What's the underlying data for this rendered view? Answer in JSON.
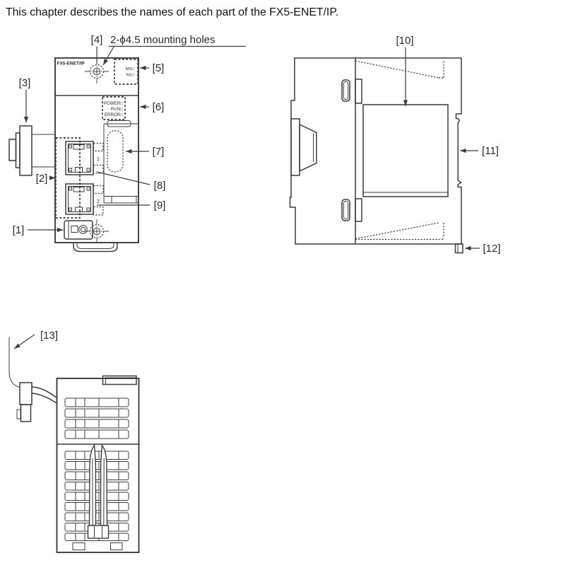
{
  "page": {
    "intro": "This chapter describes the names of each part of the FX5-ENET/IP."
  },
  "callouts": {
    "c1": "[1]",
    "c2": "[2]",
    "c3": "[3]",
    "c4": "[4]",
    "c5": "[5]",
    "c6": "[6]",
    "c7": "[7]",
    "c8": "[8]",
    "c9": "[9]",
    "c10": "[10]",
    "c11": "[11]",
    "c12": "[12]",
    "c13": "[13]"
  },
  "front_view": {
    "module_name": "FX5-ENET/IP",
    "mounting_note": "2-ϕ4.5 mounting holes",
    "top_leds": {
      "line1": "MS□",
      "line2": "NS□"
    },
    "status_leds": {
      "line1": "POWER□",
      "line2": "RUN□",
      "line3": "ERROR□"
    },
    "port1_label": "1",
    "port2_label": "2"
  },
  "colors": {
    "line": "#3c3c3c",
    "text": "#2a2a2a"
  }
}
